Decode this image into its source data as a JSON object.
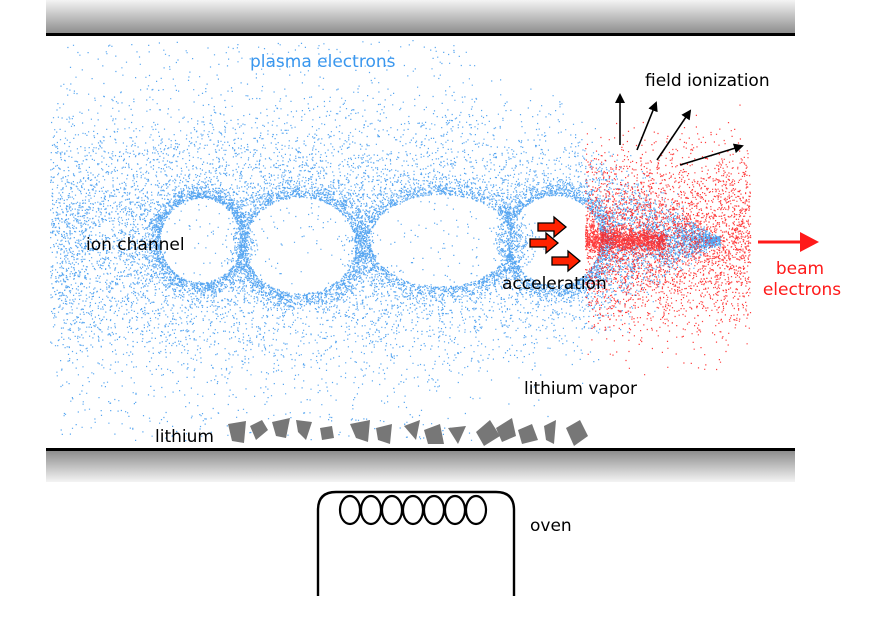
{
  "labels": {
    "plasma_electrons": "plasma electrons",
    "field_ionization": "field ionization",
    "ion_channel": "ion channel",
    "acceleration": "acceleration",
    "beam_electrons_line1": "beam",
    "beam_electrons_line2": "electrons",
    "lithium_vapor": "lithium vapor",
    "lithium": "lithium",
    "oven": "oven"
  },
  "colors": {
    "plasma_electrons": "#3a97ee",
    "beam_electrons": "#ff1a1a",
    "wall": "#000000",
    "lithium": "#777777",
    "text": "#000000"
  }
}
